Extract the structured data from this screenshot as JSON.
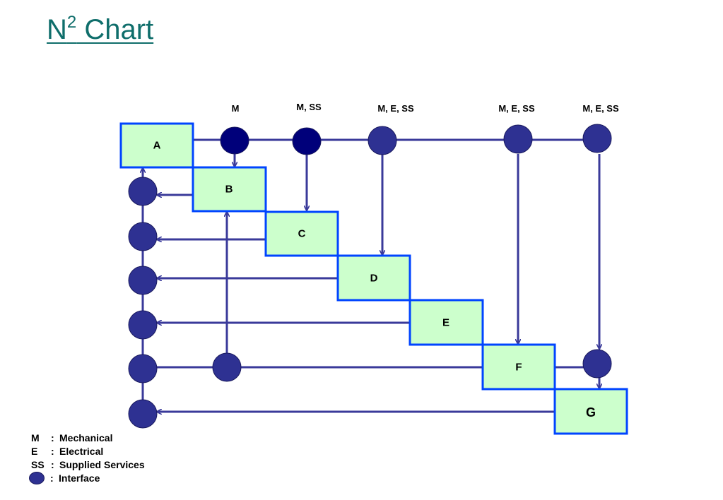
{
  "title": {
    "main": "N",
    "sup": "2",
    "rest": " Chart"
  },
  "colors": {
    "box_fill": "#ccffcc",
    "box_stroke": "#0044ff",
    "line": "#3a3a9a",
    "interface_fill": "#2e3192",
    "interface_dark_fill": "#00007a",
    "title": "#0f6e6b"
  },
  "boxes": [
    {
      "id": "A",
      "label": "A"
    },
    {
      "id": "B",
      "label": "B"
    },
    {
      "id": "C",
      "label": "C"
    },
    {
      "id": "D",
      "label": "D"
    },
    {
      "id": "E",
      "label": "E"
    },
    {
      "id": "F",
      "label": "F"
    },
    {
      "id": "G",
      "label": "G"
    }
  ],
  "top_labels": [
    {
      "id": "m",
      "text": "M"
    },
    {
      "id": "m-ss",
      "text": "M, SS"
    },
    {
      "id": "m-e-ss-d",
      "text": "M, E, SS"
    },
    {
      "id": "m-e-ss-f",
      "text": "M, E, SS"
    },
    {
      "id": "m-e-ss-g",
      "text": "M, E, SS"
    }
  ],
  "legend": [
    {
      "code": "M",
      "desc": "Mechanical"
    },
    {
      "code": "E",
      "desc": "Electrical"
    },
    {
      "code": "SS",
      "desc": "Supplied Services"
    },
    {
      "code": "",
      "desc": "Interface",
      "icon": "interface-dot"
    }
  ]
}
